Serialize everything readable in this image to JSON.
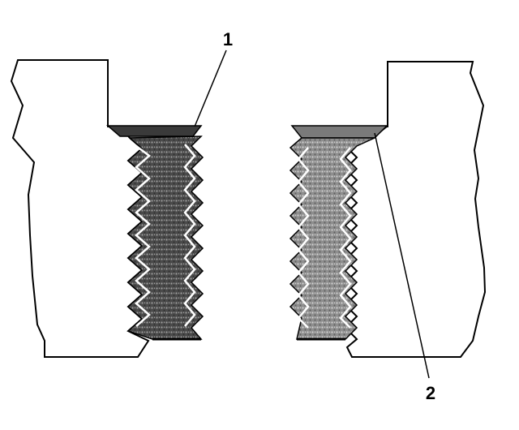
{
  "figure": {
    "callouts": [
      {
        "id": "1",
        "label": "1"
      },
      {
        "id": "2",
        "label": "2"
      }
    ],
    "colors": {
      "stroke": "#000000",
      "left_thread_fill": "#5a5a5a",
      "right_thread_fill": "#9a9a9a",
      "background": "#ffffff"
    }
  }
}
